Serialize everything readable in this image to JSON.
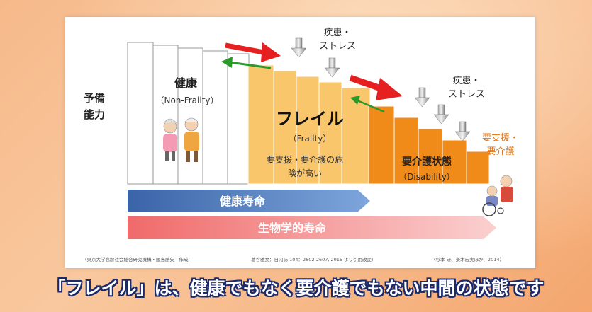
{
  "slide": {
    "y_axis_label_line1": "予備",
    "y_axis_label_line2": "能力",
    "healthy": {
      "title": "健康",
      "subtitle": "（Non-Frailty）"
    },
    "frailty": {
      "title": "フレイル",
      "subtitle": "（Frailty）",
      "desc_line1": "要支援・要介護の危",
      "desc_line2": "険が高い"
    },
    "disability": {
      "title": "要介護状態",
      "subtitle": "（Disability）"
    },
    "stress_top": {
      "line1": "疾患・",
      "line2": "ストレス"
    },
    "stress_right": {
      "line1": "疾患・",
      "line2": "ストレス"
    },
    "care_label": {
      "line1": "要支援・",
      "line2": "要介護"
    },
    "health_span_label": "健康寿命",
    "life_span_label": "生物学的寿命",
    "source_left": "（東京大学高齢社会総合研究機構・飯島勝矢　作成",
    "source_mid": "葛谷雅文：日内誌 104：2602-2607, 2015 より引用改変）",
    "source_right": "（杉本 研、楽木宏実ほか、2014）"
  },
  "caption": "「フレイル」は、健康でもなく要介護でもない中間の状態です",
  "colors": {
    "frailty_fill": "#f9c66b",
    "disability_fill": "#f08a18",
    "health_bar": "#4a78b8",
    "life_bar": "#f07a7a",
    "red_arrow": "#e62020",
    "green_arrow": "#2a9a2a",
    "caption_outline": "#1a2a6b"
  },
  "icons": [
    "down-arrow-icon",
    "elderly-couple-illustration",
    "wheelchair-illustration"
  ]
}
